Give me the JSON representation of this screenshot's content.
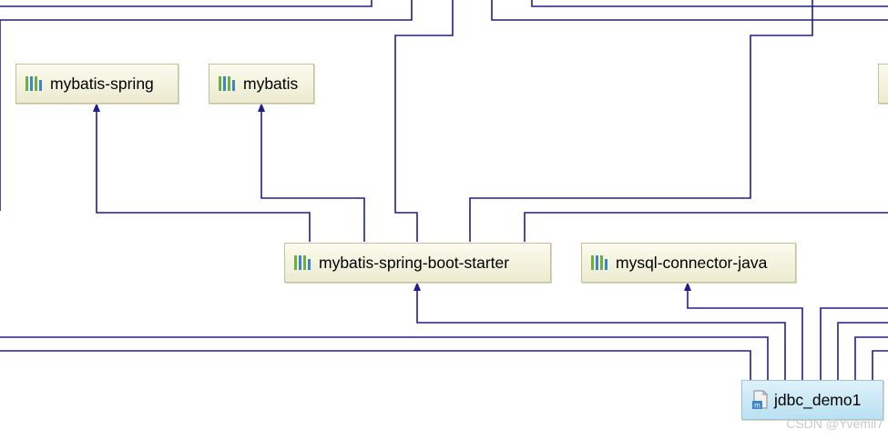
{
  "nodes": {
    "mybatis_spring": {
      "label": "mybatis-spring",
      "icon": "library-jar-icon"
    },
    "mybatis": {
      "label": "mybatis",
      "icon": "library-jar-icon"
    },
    "mybatis_spring_boot_starter": {
      "label": "mybatis-spring-boot-starter",
      "icon": "library-jar-icon"
    },
    "mysql_connector_java": {
      "label": "mysql-connector-java",
      "icon": "library-jar-icon"
    },
    "jdbc_demo1": {
      "label": "jdbc_demo1",
      "icon": "maven-module-icon"
    }
  },
  "edge_color": "#1f1f8f",
  "watermark": "CSDN @Yvemil7"
}
